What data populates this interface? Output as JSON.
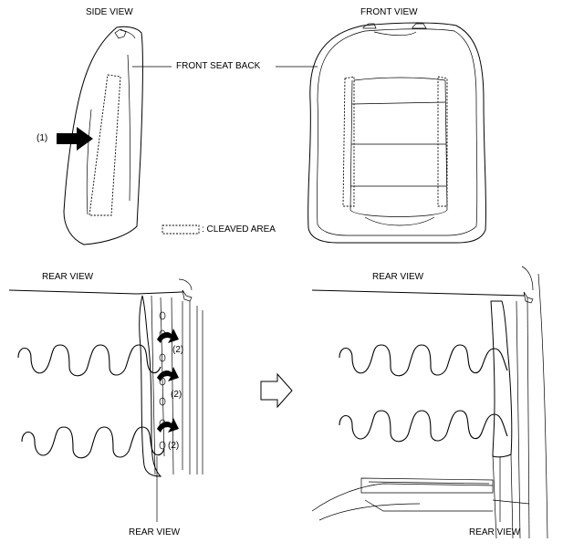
{
  "labels": {
    "side_view": "SIDE VIEW",
    "front_view": "FRONT VIEW",
    "front_seat_back": "FRONT SEAT BACK",
    "callout_1": "(1)",
    "cleaved_area": ": CLEAVED AREA",
    "rear_view_top_left": "REAR VIEW",
    "rear_view_top_right": "REAR VIEW",
    "callout_2a": "(2)",
    "callout_2b": "(2)",
    "callout_2c": "(2)",
    "rear_view_bottom_left": "REAR VIEW",
    "rear_view_bottom_right": "REAR VIEW"
  }
}
